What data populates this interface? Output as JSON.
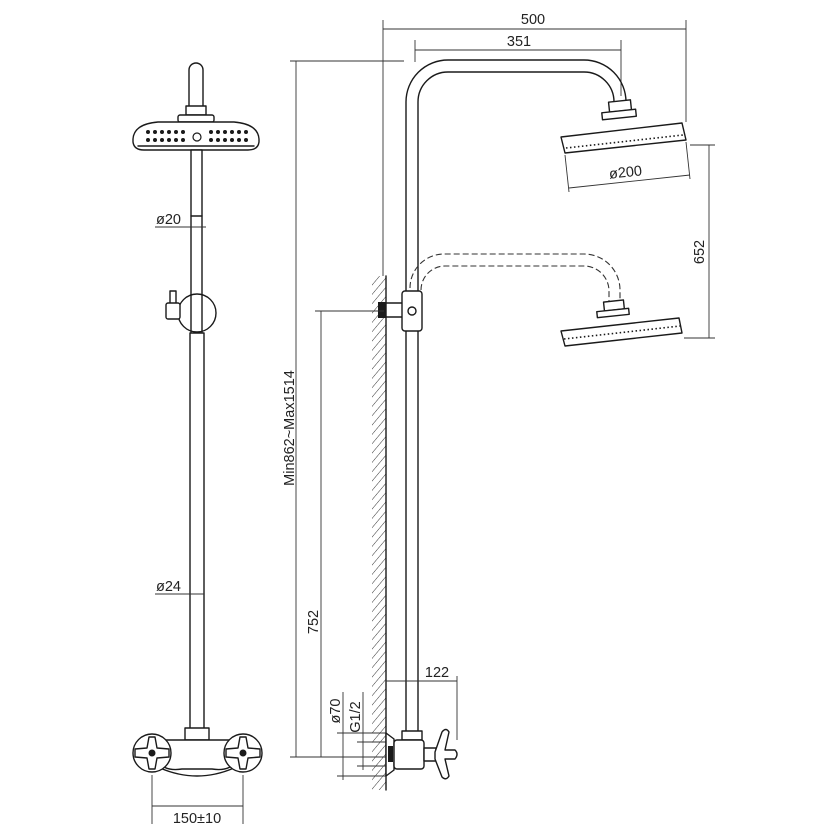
{
  "dimensions": {
    "overall_width": "500",
    "arm_reach": "351",
    "head_diameter": "ø200",
    "head_travel": "652",
    "upper_pipe_diameter": "ø20",
    "lower_pipe_diameter": "ø24",
    "height_range": "Min862~Max1514",
    "slider_height": "752",
    "mixer_projection": "122",
    "flange_diameter": "ø70",
    "thread": "G1/2",
    "inlet_spacing": "150±10"
  }
}
